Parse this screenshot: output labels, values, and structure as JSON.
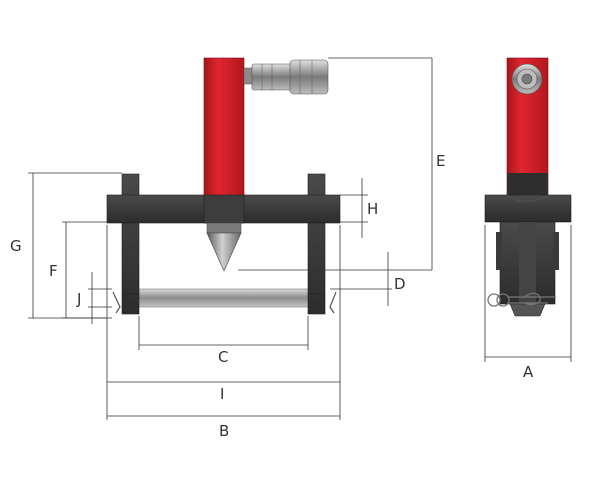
{
  "dimension_labels": {
    "A": "A",
    "B": "B",
    "C": "C",
    "D": "D",
    "E": "E",
    "F": "F",
    "G": "G",
    "H": "H",
    "I": "I",
    "J": "J"
  },
  "colors": {
    "cylinder_red": "#d9232e",
    "frame_dark": "#3a3a3a",
    "steel": "#9a9a9a",
    "dimension_line": "#333333"
  },
  "icons": [
    "hydraulic-coupler-icon",
    "blade-icon",
    "pin-icon",
    "spring-clip-icon"
  ]
}
